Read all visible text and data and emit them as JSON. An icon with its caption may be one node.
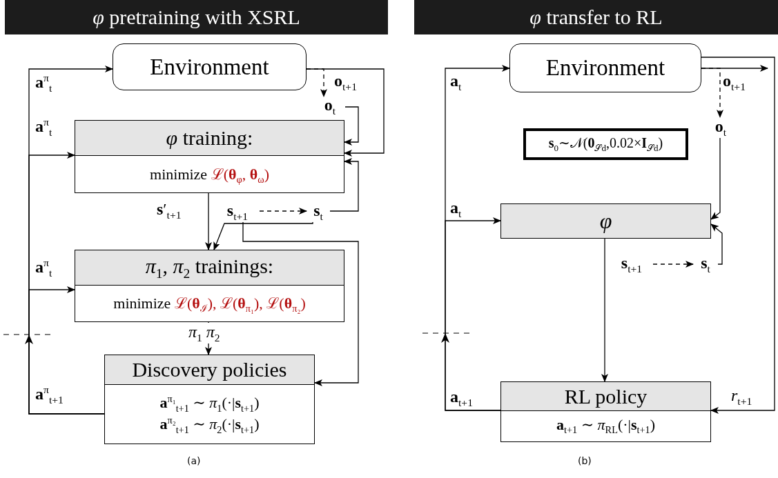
{
  "diagram": {
    "nodes": [
      {
        "text": [
          "*φ* pretraining with XSRL"
        ]
      },
      {
        "text": [
          "Environment"
        ]
      },
      {
        "text": [
          "*φ* training:",
          "minimize",
          "ℒ(**θ**$_{φ}$, **θ**$_{ω}$)"
        ]
      },
      {
        "text": [
          "*π*$_{1}$, *π*$_{2}$ trainings:",
          "minimize",
          "ℒ(**θ**$_{ℐ}$), ℒ(**θ**$_{π₁}$), ℒ(**θ**$_{π₂}$)"
        ]
      },
      {
        "text": [
          "Discovery policies",
          "**a**$^{π₁}$$_{t+1}$ ∼ *π*$_{1}$(·|**s**$_{t+1}$)",
          "**a**$^{π₂}$$_{t+1}$ ∼ *π*$_{2}$(·|**s**$_{t+1}$)"
        ]
      },
      {
        "text": [
          "**o**$_{t}$"
        ]
      },
      {
        "text": [
          "**s**$_{t+1}$"
        ]
      },
      {
        "text": [
          "**s**$_{t}$"
        ]
      },
      {
        "text": [
          "*φ* transfer to RL"
        ]
      },
      {
        "text": [
          "Environment"
        ]
      },
      {
        "text": [
          "**s**$_{0}$∼𝒩(**0**$_{𝒮d}$,0.02×**I**$_{𝒮d}$)"
        ]
      },
      {
        "text": [
          "*φ*"
        ]
      },
      {
        "text": [
          "RL policy",
          "**a**$_{t+1}$ ∼ *π*$_{RL}$(·|**s**$_{t+1}$)"
        ]
      },
      {
        "text": [
          "**o**$_{t}$"
        ]
      },
      {
        "text": [
          "**s**$_{t+1}$"
        ]
      },
      {
        "text": [
          "**s**$_{t}$"
        ]
      }
    ],
    "edges": [
      {
        "from": 4,
        "to": 1,
        "arrow": "to",
        "label": "**a**$^{π}$$_{t}$"
      },
      {
        "from": 4,
        "to": 2,
        "arrow": "to",
        "label": "**a**$^{π}$$_{t}$"
      },
      {
        "from": 4,
        "to": 3,
        "arrow": "to",
        "label": "**a**$^{π}$$_{t}$"
      },
      {
        "from": 1,
        "to": 5,
        "arrow": "to",
        "style": "dashed"
      },
      {
        "from": 1,
        "to": 2,
        "arrow": "to",
        "label": "**o**$_{t+1}$"
      },
      {
        "from": 5,
        "to": 2,
        "arrow": "to"
      },
      {
        "from": 2,
        "to": 3,
        "arrow": "to",
        "label": "**s**′$_{t+1}$"
      },
      {
        "from": 6,
        "to": 7,
        "arrow": "to",
        "style": "dashed"
      },
      {
        "from": 7,
        "to": 2,
        "arrow": "to"
      },
      {
        "from": 7,
        "to": 3,
        "arrow": "to"
      },
      {
        "from": 6,
        "to": 4,
        "arrow": "to"
      },
      {
        "from": 3,
        "to": 4,
        "arrow": "to",
        "label": "*π*$_{1}$ *π*$_{2}$"
      },
      {
        "from": 12,
        "to": 9,
        "arrow": "to",
        "label": "**a**$_{t}$"
      },
      {
        "from": 12,
        "to": 11,
        "arrow": "to",
        "label": "**a**$_{t}$"
      },
      {
        "from": 9,
        "to": null,
        "arrow": "to",
        "label": "**o**$_{t+1}$"
      },
      {
        "from": 9,
        "to": 12,
        "arrow": "to",
        "label": "*r*$_{t+1}$"
      },
      {
        "from": 9,
        "to": 13,
        "arrow": "to",
        "style": "dashed"
      },
      {
        "from": 13,
        "to": 11,
        "arrow": "to"
      },
      {
        "from": 11,
        "to": 12,
        "arrow": "to"
      },
      {
        "from": 14,
        "to": 15,
        "arrow": "to",
        "style": "dashed"
      },
      {
        "from": 15,
        "to": 11,
        "arrow": "to"
      }
    ],
    "labels": [
      "**a**$^{π}$$_{t+1}$",
      "(a)",
      "**a**$_{t+1}$",
      "(b)"
    ]
  }
}
